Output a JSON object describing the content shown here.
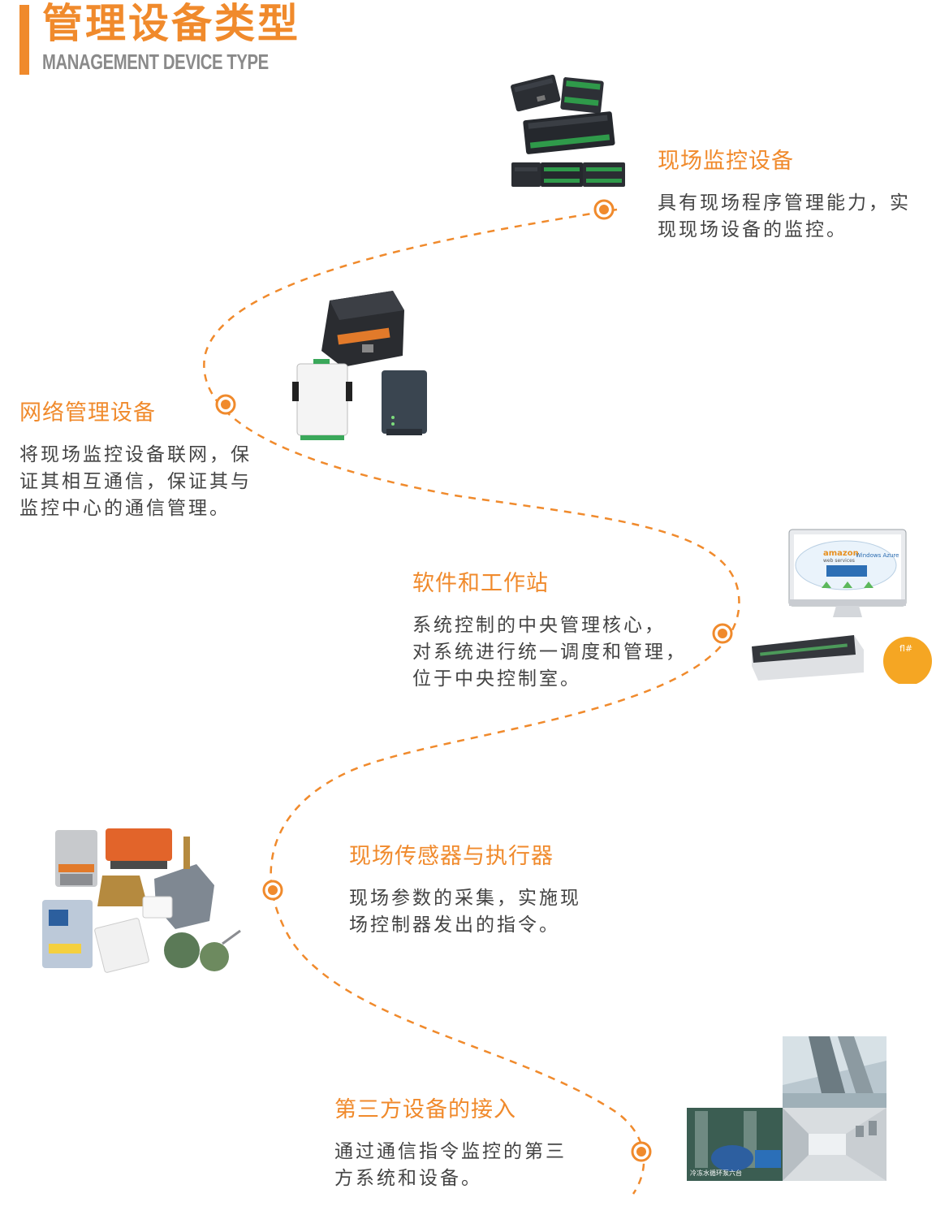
{
  "header": {
    "title": "管理设备类型",
    "subtitle": "MANAGEMENT DEVICE TYPE"
  },
  "colors": {
    "accent": "#f08a2c",
    "title_gray": "#8a8a8a",
    "body_text": "#444444"
  },
  "stages": [
    {
      "title": "现场监控设备",
      "lines": [
        "具有现场程序管理能力，实",
        "现现场设备的监控。"
      ],
      "icon": "field-controller-modules-image"
    },
    {
      "title": "网络管理设备",
      "lines": [
        "将现场监控设备联网，保",
        "证其相互通信，保证其与",
        "监控中心的通信管理。"
      ],
      "icon": "network-gateway-image"
    },
    {
      "title": "软件和工作站",
      "lines": [
        "系统控制的中央管理核心，",
        "对系统进行统一调度和管理，",
        "位于中央控制室。"
      ],
      "icon": "workstation-server-image",
      "cloud_labels": [
        "amazon",
        "web services",
        "Windows Azure"
      ]
    },
    {
      "title": "现场传感器与执行器",
      "lines": [
        "现场参数的采集，实施现",
        "场控制器发出的指令。"
      ],
      "icon": "sensors-actuators-image"
    },
    {
      "title": "第三方设备的接入",
      "lines": [
        "通过通信指令监控的第三",
        "方系统和设备。"
      ],
      "icon": "third-party-facility-photos",
      "photo_caption": "冷冻水循环泵六台"
    }
  ]
}
